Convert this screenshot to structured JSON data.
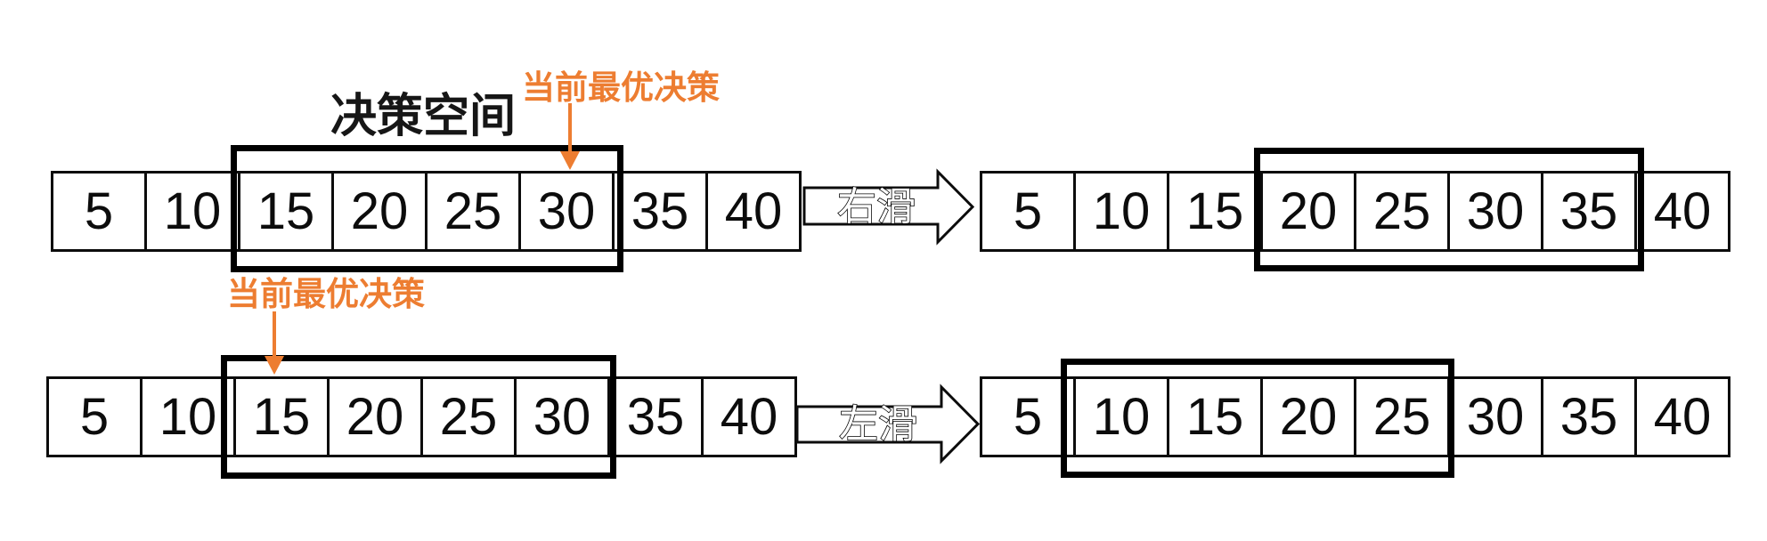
{
  "colors": {
    "accent_orange": "#ED7D31",
    "line_black": "#000000",
    "background": "#FFFFFF"
  },
  "labels": {
    "decision_space": "决策空间",
    "current_best_top": "当前最优决策",
    "current_best_bottom": "当前最优决策",
    "slide_right": "右滑",
    "slide_left": "左滑"
  },
  "arrays": {
    "top_left": {
      "cells": [
        "5",
        "10",
        "15",
        "20",
        "25",
        "30",
        "35",
        "40"
      ],
      "window_cells": [
        "15",
        "20",
        "25",
        "30"
      ],
      "pointed_cell": "30"
    },
    "top_right": {
      "cells": [
        "5",
        "10",
        "15",
        "20",
        "25",
        "30",
        "35",
        "40"
      ],
      "window_cells": [
        "20",
        "25",
        "30",
        "35"
      ]
    },
    "bottom_left": {
      "cells": [
        "5",
        "10",
        "15",
        "20",
        "25",
        "30",
        "35",
        "40"
      ],
      "window_cells": [
        "15",
        "20",
        "25",
        "30"
      ],
      "pointed_cell": "15"
    },
    "bottom_right": {
      "cells": [
        "5",
        "10",
        "15",
        "20",
        "25",
        "30",
        "35",
        "40"
      ],
      "window_cells": [
        "10",
        "15",
        "20",
        "25"
      ]
    }
  }
}
